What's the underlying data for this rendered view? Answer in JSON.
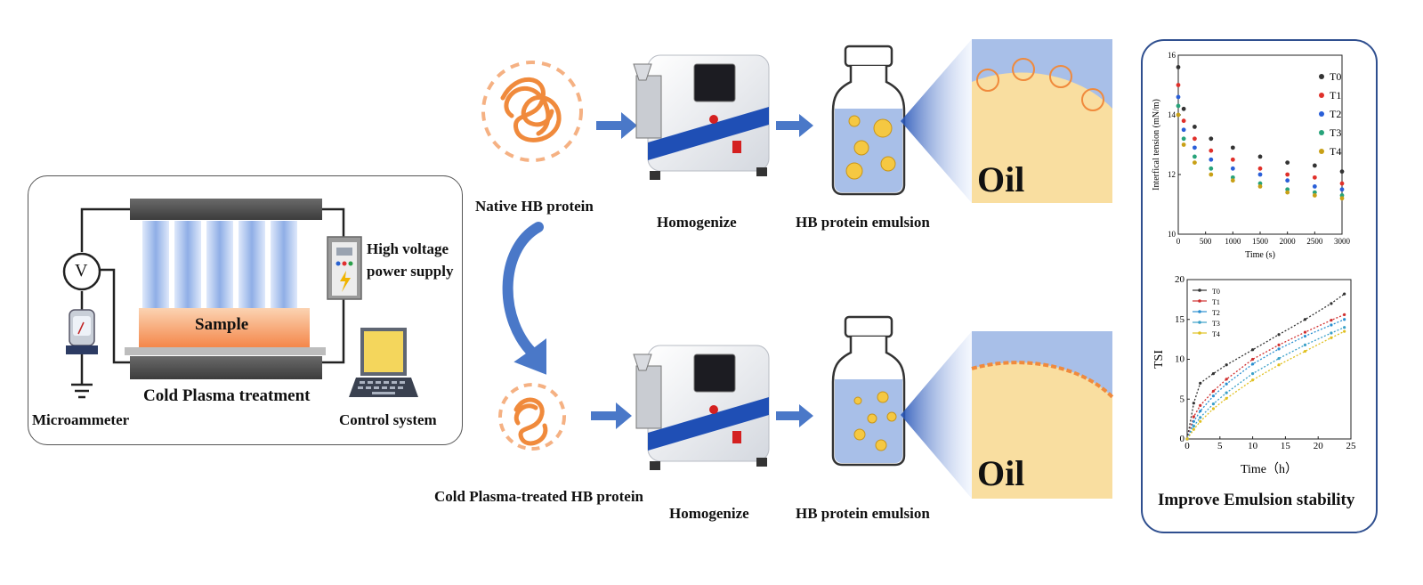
{
  "labels": {
    "native": "Native HB protein",
    "treated": "Cold Plasma-treated HB protein",
    "homogenize_top": "Homogenize",
    "homogenize_bottom": "Homogenize",
    "emulsion_top": "HB protein emulsion",
    "emulsion_bottom": "HB protein emulsion",
    "oil_top": "Oil",
    "oil_bottom": "Oil",
    "sample": "Sample",
    "cold_plasma": "Cold Plasma treatment",
    "microammeter": "Microammeter",
    "voltmeter_symbol": "V",
    "hv_line1": "High voltage",
    "hv_line2": "power supply",
    "control": "Control system",
    "improve": "Improve Emulsion stability"
  },
  "colors": {
    "protein": "#f08a3c",
    "arrow": "#4a78c8",
    "oil": "#f9dea0",
    "water": "#a8bfe8",
    "machine_blue": "#1f4fb5",
    "panel_border": "#2f4f8f"
  },
  "chart_data": [
    {
      "type": "scatter",
      "title": "",
      "xlabel": "Time (s)",
      "ylabel": "Interfical tension (mN/m)",
      "xlim": [
        0,
        3000
      ],
      "ylim": [
        10,
        16
      ],
      "xticks": [
        0,
        500,
        1000,
        1500,
        2000,
        2500,
        3000
      ],
      "yticks": [
        10,
        12,
        14,
        16
      ],
      "legend": "top-right",
      "series": [
        {
          "name": "T0",
          "color": "#333333",
          "x": [
            0,
            100,
            300,
            600,
            1000,
            1500,
            2000,
            2500,
            3000
          ],
          "y": [
            15.6,
            14.2,
            13.6,
            13.2,
            12.9,
            12.6,
            12.4,
            12.3,
            12.1
          ]
        },
        {
          "name": "T1",
          "color": "#e0302a",
          "x": [
            0,
            100,
            300,
            600,
            1000,
            1500,
            2000,
            2500,
            3000
          ],
          "y": [
            15.0,
            13.8,
            13.2,
            12.8,
            12.5,
            12.2,
            12.0,
            11.9,
            11.7
          ]
        },
        {
          "name": "T2",
          "color": "#2a5fd8",
          "x": [
            0,
            100,
            300,
            600,
            1000,
            1500,
            2000,
            2500,
            3000
          ],
          "y": [
            14.6,
            13.5,
            12.9,
            12.5,
            12.2,
            12.0,
            11.8,
            11.6,
            11.5
          ]
        },
        {
          "name": "T3",
          "color": "#27a37a",
          "x": [
            0,
            100,
            300,
            600,
            1000,
            1500,
            2000,
            2500,
            3000
          ],
          "y": [
            14.3,
            13.2,
            12.6,
            12.2,
            11.9,
            11.7,
            11.5,
            11.4,
            11.3
          ]
        },
        {
          "name": "T4",
          "color": "#c8a016",
          "x": [
            0,
            100,
            300,
            600,
            1000,
            1500,
            2000,
            2500,
            3000
          ],
          "y": [
            14.0,
            13.0,
            12.4,
            12.0,
            11.8,
            11.6,
            11.4,
            11.3,
            11.2
          ]
        }
      ]
    },
    {
      "type": "line",
      "title": "",
      "xlabel": "Time（h）",
      "ylabel": "TSI",
      "xlim": [
        0,
        25
      ],
      "ylim": [
        0,
        20
      ],
      "xticks": [
        0,
        5,
        10,
        15,
        20,
        25
      ],
      "yticks": [
        0,
        5,
        10,
        15,
        20
      ],
      "legend": "top-left",
      "series": [
        {
          "name": "T0",
          "color": "#333333",
          "x": [
            0,
            1,
            2,
            4,
            6,
            10,
            14,
            18,
            22,
            24
          ],
          "y": [
            0,
            4.5,
            7,
            8.2,
            9.3,
            11.2,
            13.1,
            15.0,
            17.0,
            18.2
          ]
        },
        {
          "name": "T1",
          "color": "#d03030",
          "x": [
            0,
            1,
            2,
            4,
            6,
            10,
            14,
            18,
            22,
            24
          ],
          "y": [
            0,
            2.8,
            4.2,
            6.0,
            7.5,
            10.0,
            11.8,
            13.4,
            14.9,
            15.6
          ]
        },
        {
          "name": "T2",
          "color": "#2a8fd0",
          "x": [
            0,
            1,
            2,
            4,
            6,
            10,
            14,
            18,
            22,
            24
          ],
          "y": [
            0,
            2.2,
            3.5,
            5.4,
            6.9,
            9.4,
            11.3,
            12.9,
            14.3,
            15.0
          ]
        },
        {
          "name": "T3",
          "color": "#3aa0c8",
          "x": [
            0,
            1,
            2,
            4,
            6,
            10,
            14,
            18,
            22,
            24
          ],
          "y": [
            0,
            1.6,
            2.7,
            4.4,
            5.8,
            8.2,
            10.1,
            11.8,
            13.3,
            14.0
          ]
        },
        {
          "name": "T4",
          "color": "#e0c020",
          "x": [
            0,
            1,
            2,
            4,
            6,
            10,
            14,
            18,
            22,
            24
          ],
          "y": [
            0,
            1.2,
            2.2,
            3.8,
            5.1,
            7.4,
            9.3,
            11.0,
            12.7,
            13.5
          ]
        }
      ]
    }
  ]
}
